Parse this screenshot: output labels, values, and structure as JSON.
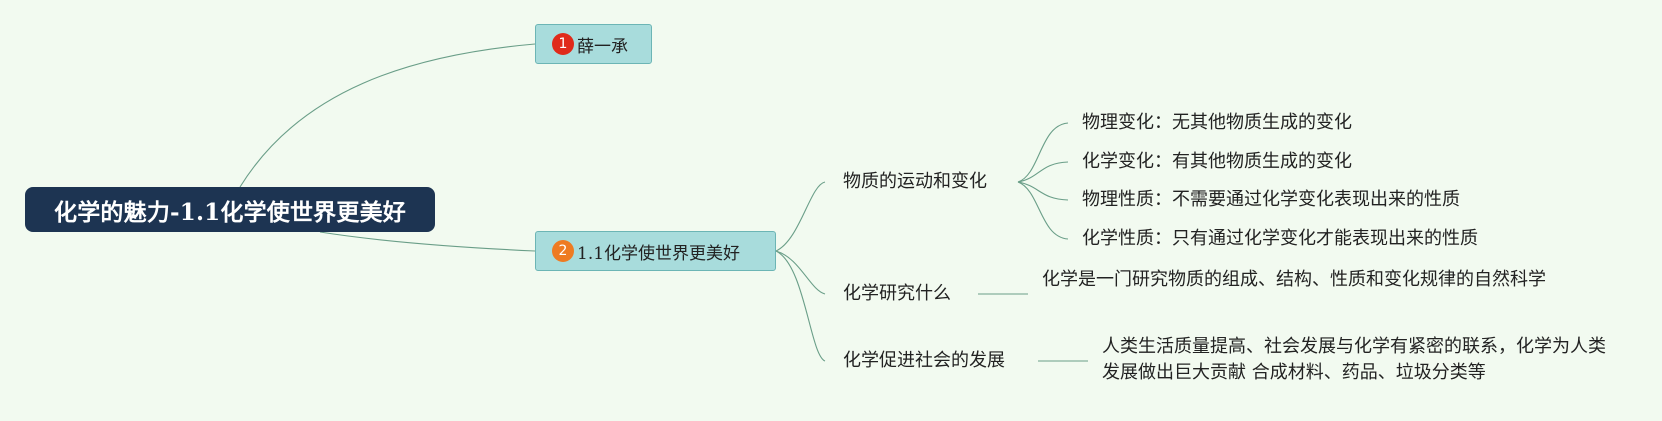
{
  "root": {
    "title": "化学的魅力-1.1化学使世界更美好"
  },
  "topics": [
    {
      "badge": "1",
      "label": "薛一承"
    },
    {
      "badge": "2",
      "label": "1.1化学使世界更美好"
    }
  ],
  "branches": [
    {
      "label": "物质的运动和变化",
      "children": [
        "物理变化：无其他物质生成的变化",
        "化学变化：有其他物质生成的变化",
        "物理性质：不需要通过化学变化表现出来的性质",
        "化学性质：只有通过化学变化才能表现出来的性质"
      ]
    },
    {
      "label": "化学研究什么",
      "children": [
        "化学是一门研究物质的组成、结构、性质和变化规律的自然科学"
      ]
    },
    {
      "label": "化学促进社会的发展",
      "children": [
        "人类生活质量提高、社会发展与化学有紧密的联系，化学为人类发展做出巨大贡献 合成材料、药品、垃圾分类等"
      ]
    }
  ],
  "colors": {
    "background": "#f2faf0",
    "root_fill": "#1d3452",
    "topic_fill": "#a8dcdc",
    "connector": "#6a9e88",
    "badge_1": "#e02a1a",
    "badge_2": "#ee7b22"
  }
}
